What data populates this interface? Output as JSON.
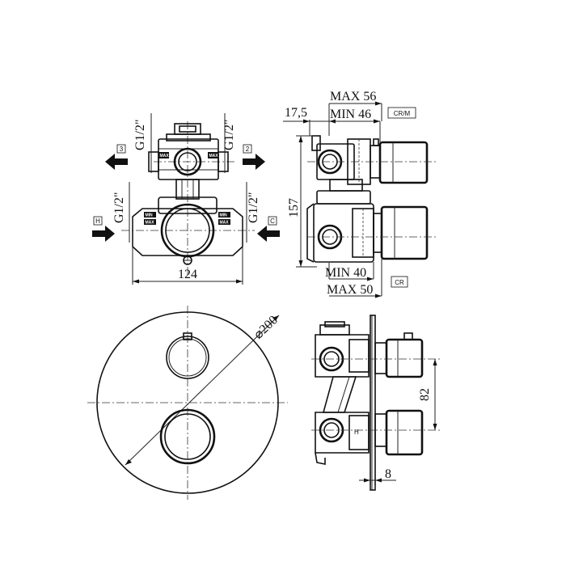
{
  "front_view": {
    "port_top_left_label": "G1/2\"",
    "port_top_left_tag": "3",
    "port_top_right_label": "G1/2\"",
    "port_top_right_tag": "2",
    "port_bottom_left_label": "G1/2\"",
    "port_bottom_left_tag": "H",
    "port_bottom_right_label": "G1/2\"",
    "port_bottom_right_tag": "C",
    "width_dim": "124",
    "upper_body_marks": [
      "MAX",
      "MAX"
    ],
    "lower_body_marks": [
      "MIN",
      "MAX",
      "MIN",
      "MAX"
    ]
  },
  "side_view": {
    "top_offset_dim": "17,5",
    "top_max_dim": "MAX 56",
    "top_min_dim": "MIN 46",
    "top_finish_label": "CR/M",
    "height_dim": "157",
    "bottom_min_dim": "MIN 40",
    "bottom_max_dim": "MAX 50",
    "bottom_finish_label": "CR"
  },
  "plate_view": {
    "diameter_dim": "⌀200"
  },
  "plate_side_view": {
    "spacing_dim": "82",
    "thickness_dim": "8",
    "hot_mark": "H"
  }
}
